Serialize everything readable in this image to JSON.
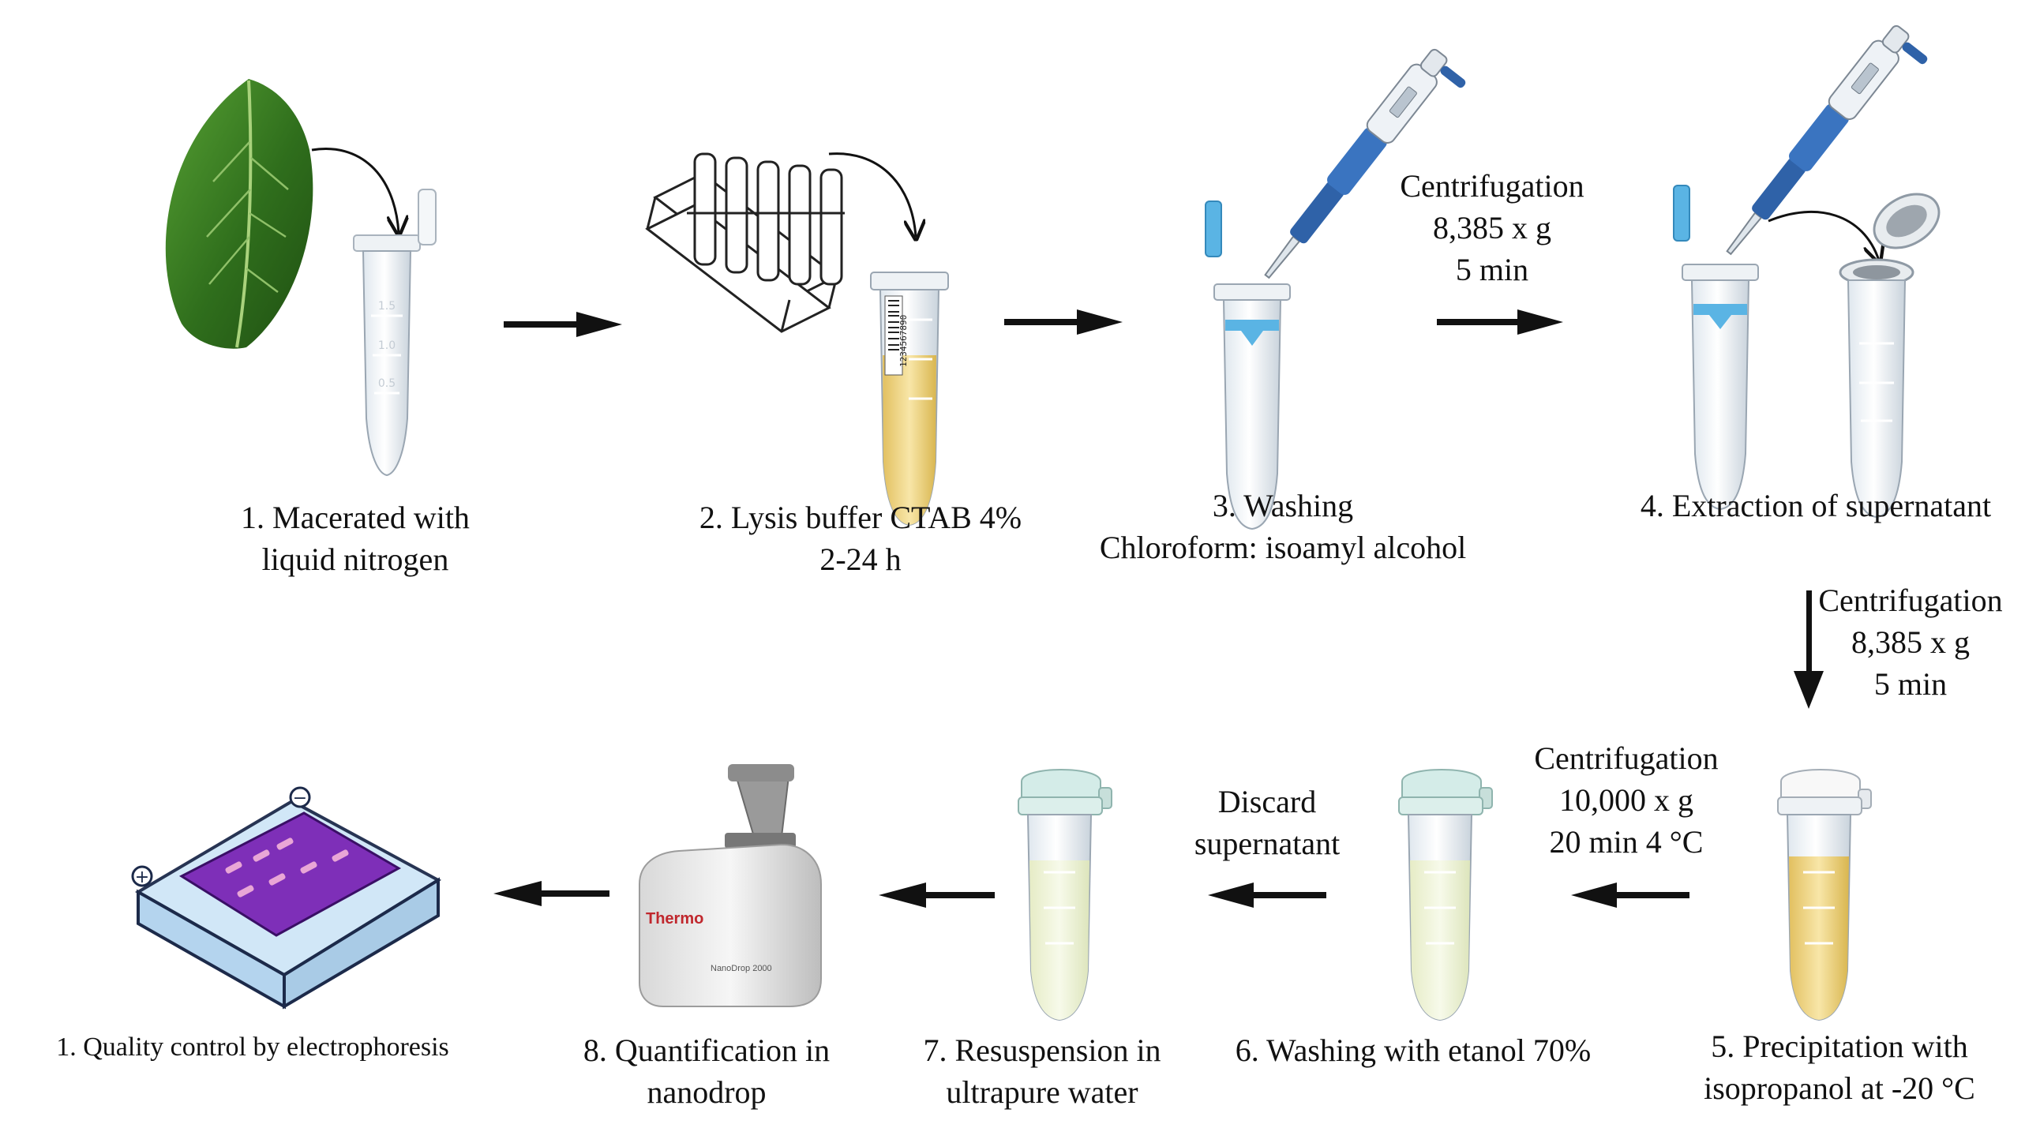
{
  "steps": {
    "s1": {
      "line1": "1. Macerated with",
      "line2": "liquid nitrogen"
    },
    "s2": {
      "line1": "2. Lysis buffer CTAB  4%",
      "line2": "2-24 h"
    },
    "s3": {
      "line1": "3. Washing",
      "line2": "Chloroform: isoamyl alcohol"
    },
    "s4": {
      "line1": "4. Extraction of supernatant"
    },
    "s5": {
      "line1": "5. Precipitation with",
      "line2": "isopropanol at -20 °C"
    },
    "s6": {
      "line1": "6. Washing with etanol 70%"
    },
    "s7": {
      "line1": "7. Resuspension in",
      "line2": "ultrapure water"
    },
    "s8": {
      "line1": "8. Quantification in",
      "line2": "nanodrop"
    },
    "s9": {
      "line1": "1. Quality control by electrophoresis"
    }
  },
  "transitions": {
    "t1": {
      "line1": "Centrifugation",
      "line2": "8,385 x g",
      "line3": "5 min"
    },
    "t2": {
      "line1": "Centrifugation",
      "line2": "8,385 x g",
      "line3": "5 min"
    },
    "t3": {
      "line1": "Centrifugation",
      "line2": "10,000 x g",
      "line3": "20 min 4 °C"
    },
    "t4": {
      "line1": "Discard",
      "line2": "supernatant"
    }
  },
  "tube_marks": [
    "1.5",
    "1.0",
    "0.5"
  ],
  "barcode_text": "1234567890",
  "device": {
    "brand": "Thermo",
    "model": "NanoDrop 2000"
  },
  "gel": {
    "cathode": "−",
    "anode": "+"
  },
  "colors": {
    "leaf": "#3a7a22",
    "lysis_liquid": "#ecd27a",
    "isopropanol_liquid": "#f0dc8e",
    "lid_blue": "#5ab4e4",
    "lid_teal": "#d4ece8",
    "gel_purple": "#7e2fb8",
    "pipette_blue": "#2f62a8",
    "arrow": "#111111"
  }
}
